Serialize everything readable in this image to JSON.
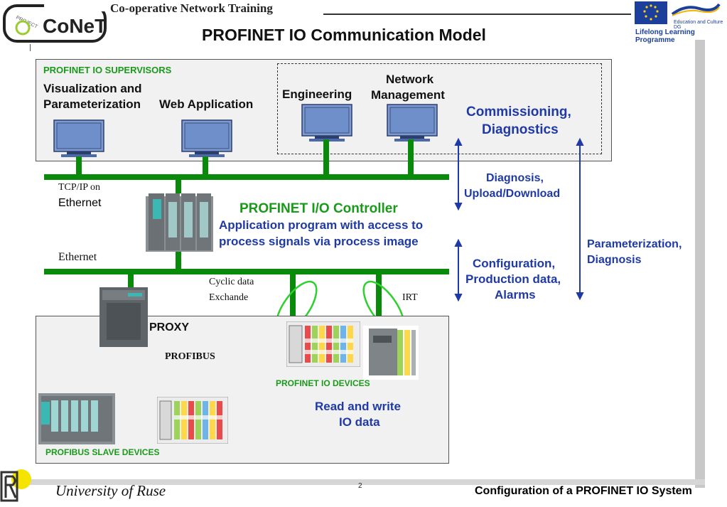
{
  "header": {
    "top_title": "Co-operative Network Training",
    "logo_text": "CoNeT",
    "logo_small": "PROJECT",
    "eu_line1": "Education and Culture DG",
    "eu_line2": "Lifelong Learning Programme",
    "title": "PROFINET IO Communication Model"
  },
  "supervisors": {
    "group_label": "PROFINET IO SUPERVISORS",
    "vis_line1": "Visualization and",
    "vis_line2": "Parameterization",
    "web": "Web Application",
    "engineering": "Engineering",
    "netmgmt_line1": "Network",
    "netmgmt_line2": "Management"
  },
  "network": {
    "tcpip": "TCP/IP on",
    "ethernet1": "Ethernet",
    "ethernet2": "Ethernet",
    "cyclic_line1": "Cyclic data",
    "cyclic_line2": "Exchande",
    "irt": "IRT",
    "profibus": "PROFIBUS"
  },
  "controller": {
    "title": "PROFINET I/O Controller",
    "desc_line1": "Application program with access to",
    "desc_line2": "process signals via process image"
  },
  "proxy": {
    "label": "PROXY"
  },
  "devices": {
    "profinet_devices": "PROFINET IO DEVICES",
    "profibus_slaves": "PROFIBUS SLAVE DEVICES",
    "rw_line1": "Read and write",
    "rw_line2": "IO data"
  },
  "annotations": {
    "commissioning_line1": "Commissioning,",
    "commissioning_line2": "Diagnostics",
    "diag_line1": "Diagnosis,",
    "diag_line2": "Upload/Download",
    "config_line1": "Configuration,",
    "config_line2": "Production data,",
    "config_line3": "Alarms",
    "param_line1": "Parameterization,",
    "param_line2": "Diagnosis"
  },
  "footer": {
    "university": "University of  Ruse",
    "page": "2",
    "right": "Configuration of a PROFINET IO System"
  },
  "colors": {
    "ethernet_green": "#0a8a0a",
    "profibus_magenta": "#ff00ff",
    "label_blue": "#1f3aa6",
    "title_green": "#1a9a1a"
  }
}
